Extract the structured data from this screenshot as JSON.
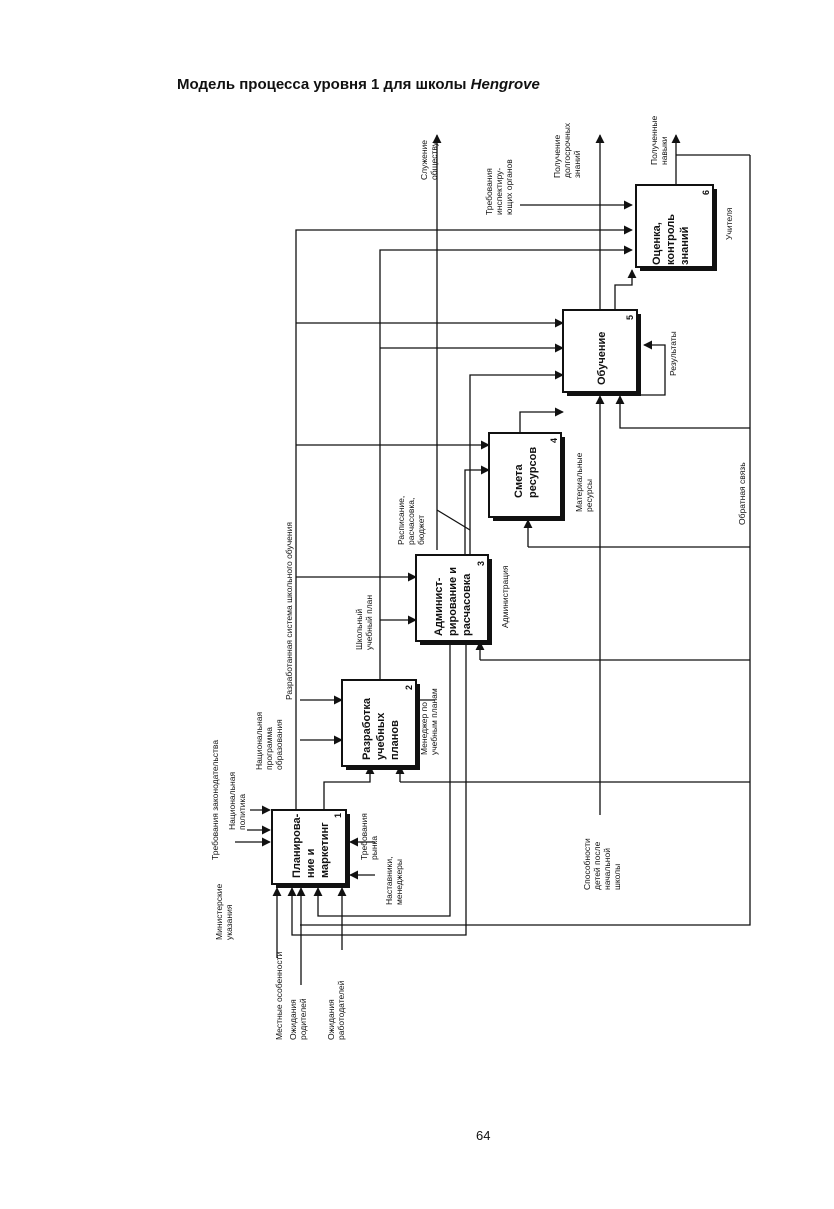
{
  "title": {
    "main": "Модель процесса уровня 1 для школы",
    "school": "Hengrove"
  },
  "page_number": "64",
  "boxes": [
    {
      "id": "b1",
      "number": "1",
      "lines": [
        "Планирова-",
        "ние и",
        "маркетинг"
      ]
    },
    {
      "id": "b2",
      "number": "2",
      "lines": [
        "Разработка",
        "учебных",
        "планов"
      ]
    },
    {
      "id": "b3",
      "number": "3",
      "lines": [
        "Админист-",
        "рирование и",
        "расчасовка"
      ]
    },
    {
      "id": "b4",
      "number": "4",
      "lines": [
        "Смета",
        "ресурсов"
      ]
    },
    {
      "id": "b5",
      "number": "5",
      "lines": [
        "Обучение"
      ]
    },
    {
      "id": "b6",
      "number": "6",
      "lines": [
        "Оценка,",
        "контроль",
        "знаний"
      ]
    }
  ],
  "labels": {
    "ministry": [
      "Министерские",
      "указания"
    ],
    "law": [
      "Требования законодательства"
    ],
    "national_policy": [
      "Национальная",
      "политика"
    ],
    "national_program": [
      "Национальная",
      "программа",
      "образования"
    ],
    "school_system": [
      "Разработанная система школьного обучения"
    ],
    "school_plan": [
      "Школьный",
      "учебный план"
    ],
    "schedule": [
      "Расписание,",
      "расчасовка,",
      "бюджет"
    ],
    "community": [
      "Служение",
      "обществу"
    ],
    "inspect": [
      "Требования",
      "инспектиру-",
      "ющих органов"
    ],
    "longterm": [
      "Получение",
      "долгосрочных",
      "знаний"
    ],
    "skills": [
      "Полученные",
      "навыки"
    ],
    "teachers": [
      "Учителя"
    ],
    "results": [
      "Результаты"
    ],
    "materials": [
      "Материальные",
      "ресурсы"
    ],
    "feedback": [
      "Обратная связь"
    ],
    "administration": [
      "Администрация"
    ],
    "plan_manager": [
      "Менеджер по",
      "учебным планам"
    ],
    "market": [
      "Требования",
      "рынка"
    ],
    "mentors": [
      "Наставники,",
      "менеджеры"
    ],
    "abilities": [
      "Способности",
      "детей после",
      "начальной",
      "школы"
    ],
    "local": [
      "Местные особенности"
    ],
    "parents": [
      "Ожидания",
      "родителей"
    ],
    "employers": [
      "Ожидания",
      "работодателей"
    ]
  }
}
